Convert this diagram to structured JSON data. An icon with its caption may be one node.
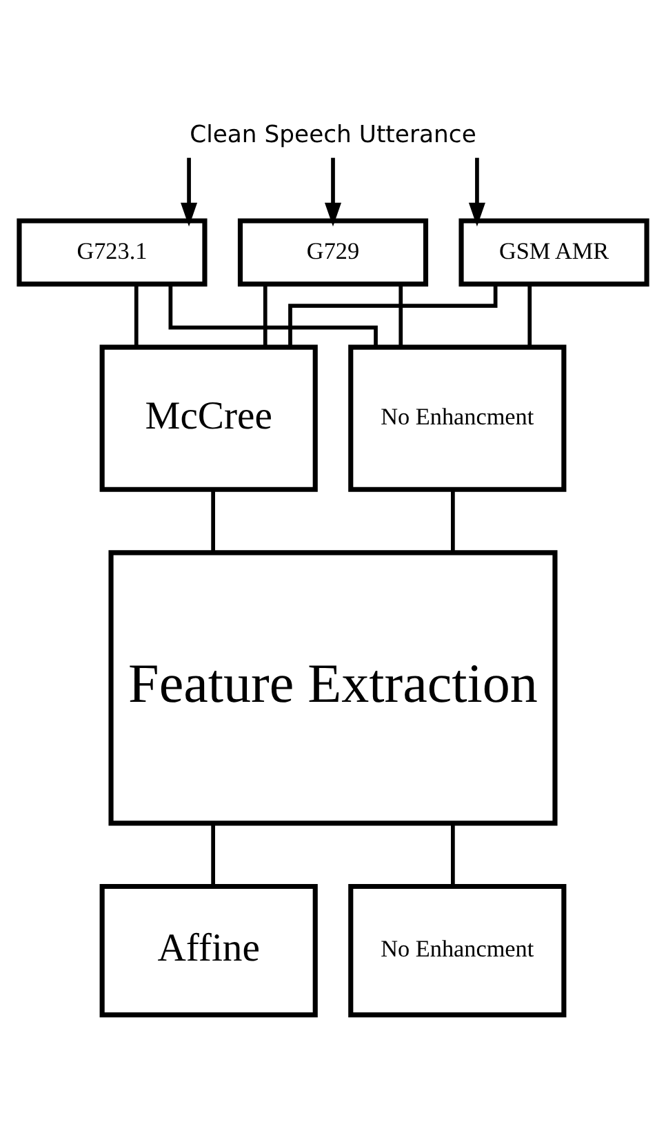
{
  "diagram": {
    "nodes": [
      {
        "text": [
          "Clean Speech Utterance"
        ]
      },
      {
        "text": [
          "G723.1"
        ]
      },
      {
        "text": [
          "G729"
        ]
      },
      {
        "text": [
          "GSM AMR"
        ]
      },
      {
        "text": [
          "McCree"
        ]
      },
      {
        "text": [
          "No Enhancment"
        ]
      },
      {
        "text": [
          "Feature Extraction"
        ]
      },
      {
        "text": [
          "Affine"
        ]
      },
      {
        "text": [
          "No Enhancment"
        ]
      }
    ],
    "edges": [
      {
        "from": 0,
        "to": 1,
        "arrow": "to"
      },
      {
        "from": 0,
        "to": 2,
        "arrow": "to"
      },
      {
        "from": 0,
        "to": 3,
        "arrow": "to"
      },
      {
        "from": 1,
        "to": 4,
        "arrow": "none"
      },
      {
        "from": 1,
        "to": 5,
        "arrow": "none"
      },
      {
        "from": 2,
        "to": 4,
        "arrow": "none"
      },
      {
        "from": 2,
        "to": 5,
        "arrow": "none"
      },
      {
        "from": 3,
        "to": 4,
        "arrow": "none"
      },
      {
        "from": 3,
        "to": 5,
        "arrow": "none"
      },
      {
        "from": 4,
        "to": 6,
        "arrow": "none"
      },
      {
        "from": 5,
        "to": 6,
        "arrow": "none"
      },
      {
        "from": 6,
        "to": 7,
        "arrow": "none"
      },
      {
        "from": 6,
        "to": 8,
        "arrow": "none"
      }
    ]
  }
}
